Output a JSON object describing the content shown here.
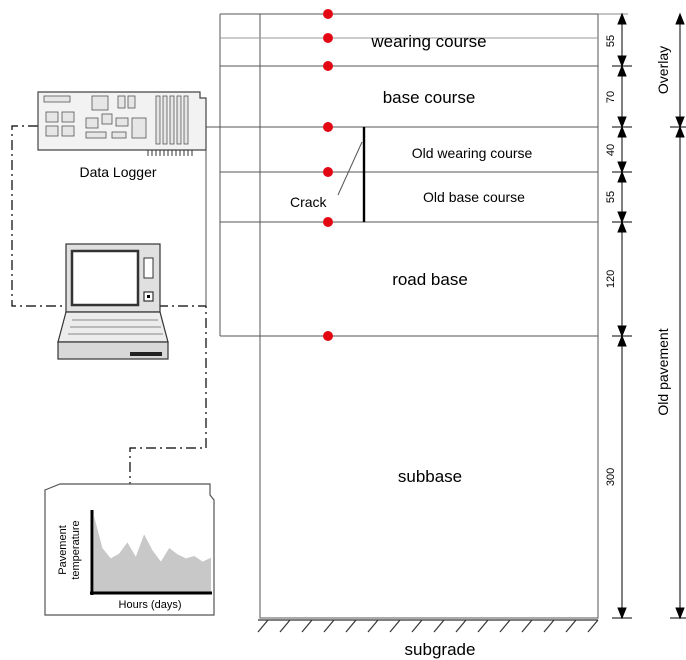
{
  "layers": {
    "wearing_course": "wearing course",
    "base_course": "base course",
    "old_wearing_course": "Old wearing course",
    "old_base_course": "Old base course",
    "road_base": "road base",
    "subbase": "subbase",
    "subgrade": "subgrade"
  },
  "crack_label": "Crack",
  "thickness": {
    "wearing_course": "55",
    "base_course": "70",
    "old_wearing_course": "40",
    "old_base_course": "55",
    "road_base": "120",
    "subbase": "300"
  },
  "groups": {
    "overlay": "Overlay",
    "old_pavement": "Old pavement"
  },
  "devices": {
    "data_logger": "Data Logger"
  },
  "chart_data": {
    "type": "area",
    "ylabel": "Pavement temperature",
    "xlabel": "Hours (days)",
    "ylabel_lines": [
      "Pavement",
      "temperature"
    ],
    "series": [
      {
        "values": [
          0.95,
          0.55,
          0.42,
          0.48,
          0.62,
          0.44,
          0.72,
          0.52,
          0.38,
          0.55,
          0.47,
          0.42,
          0.45,
          0.38,
          0.43
        ]
      }
    ]
  },
  "colors": {
    "sensor": "#e30613",
    "area_fill": "#c8c8c8"
  }
}
